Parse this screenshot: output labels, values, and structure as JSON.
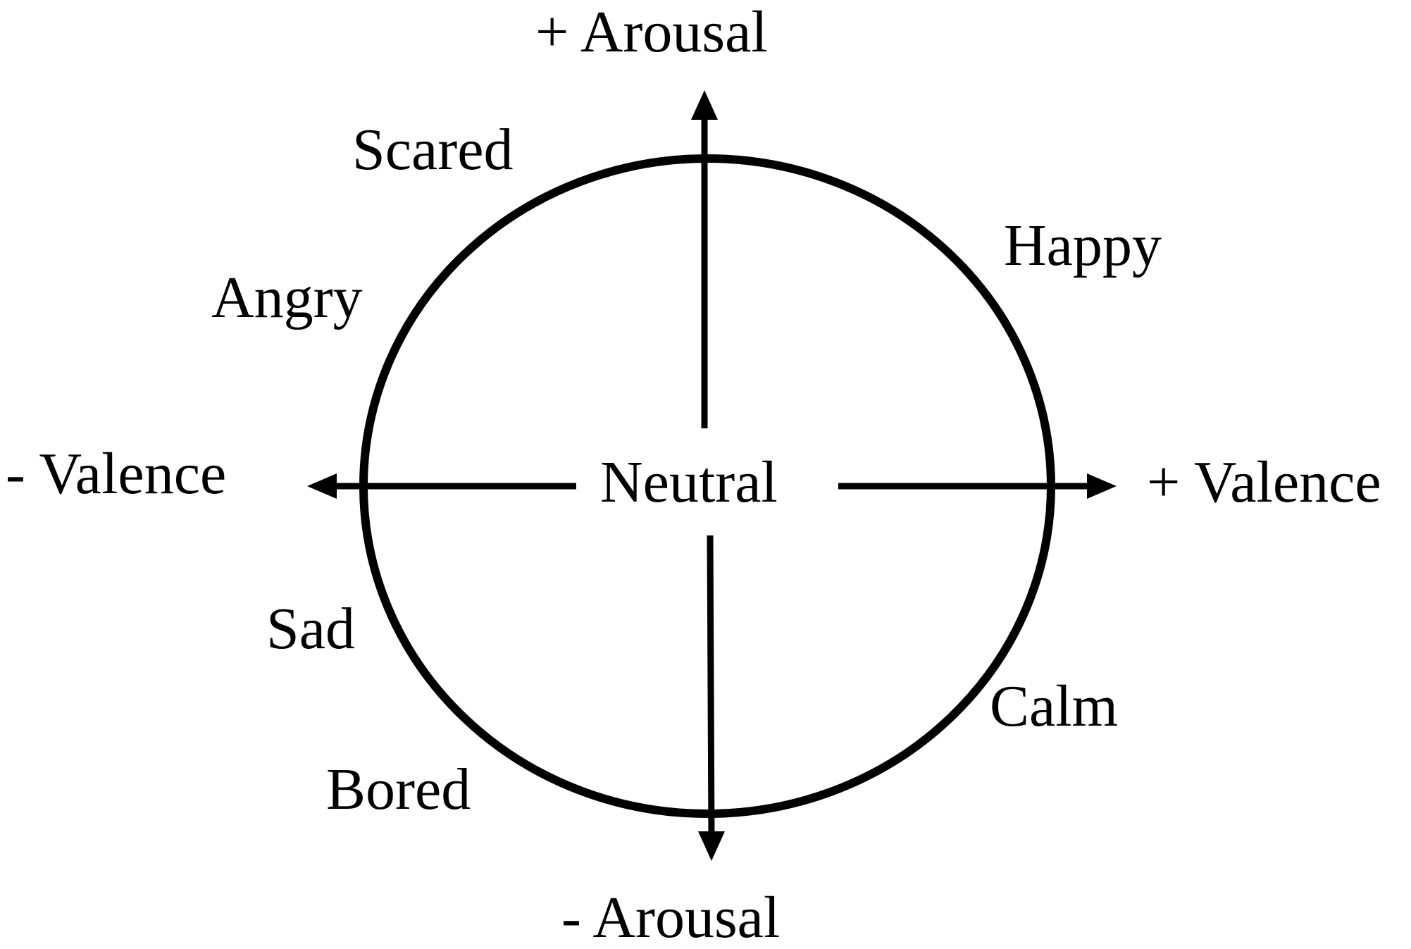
{
  "diagram": {
    "axes": {
      "arousal_positive": "+ Arousal",
      "arousal_negative": "- Arousal",
      "valence_positive": "+ Valence",
      "valence_negative": "- Valence"
    },
    "center_label": "Neutral",
    "emotions": {
      "scared": "Scared",
      "happy": "Happy",
      "angry": "Angry",
      "sad": "Sad",
      "calm": "Calm",
      "bored": "Bored"
    },
    "colors": {
      "line": "#000000",
      "background": "#ffffff"
    }
  }
}
